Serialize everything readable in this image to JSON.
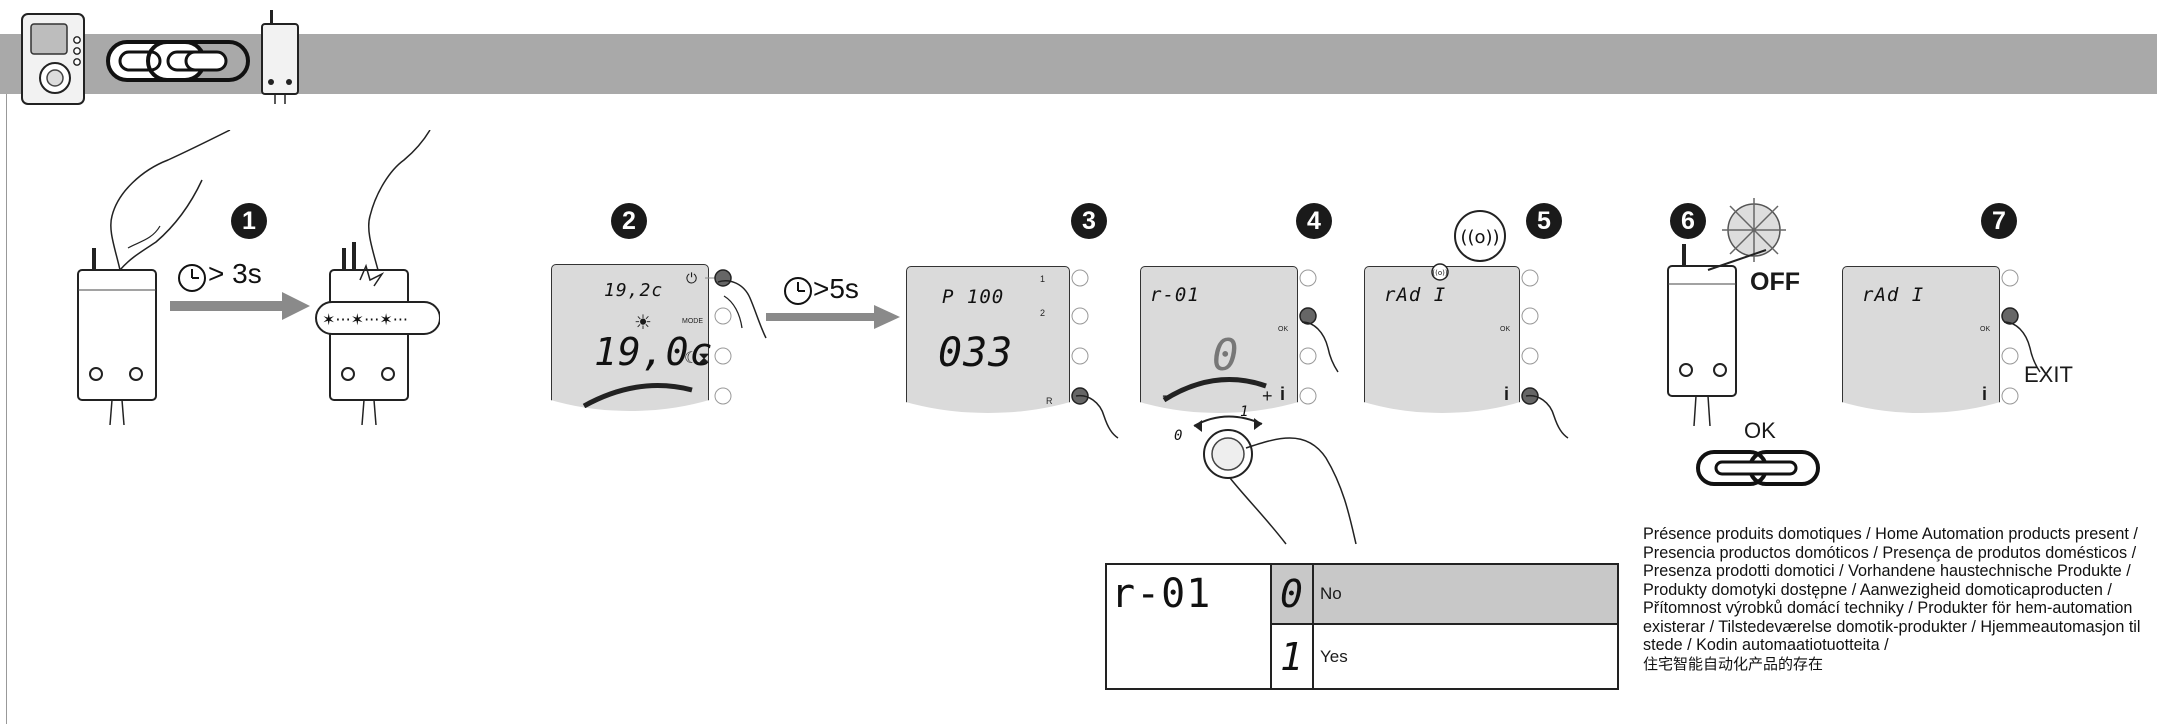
{
  "steps": [
    "1",
    "2",
    "3",
    "4",
    "5",
    "6",
    "7"
  ],
  "timers": {
    "step1": "> 3s",
    "step2": ">5s"
  },
  "display_step2": {
    "top_temp": "19,2c",
    "main_temp": "19,0c",
    "mode_label": "MODE"
  },
  "display_step3": {
    "top": "P 100",
    "main": "033",
    "label_1": "1",
    "label_2": "2",
    "label_r": "R"
  },
  "display_step4": {
    "top": "r-01",
    "blink": "0",
    "ok_label": "OK",
    "info_label": "i",
    "minus": "−",
    "plus": "+",
    "dial_left": "0",
    "dial_right": "1"
  },
  "display_step5": {
    "top": "rAd I",
    "ok_label": "OK",
    "info_label": "i"
  },
  "step6": {
    "off_label": "OFF",
    "ok_label": "OK"
  },
  "display_step7": {
    "top": "rAd I",
    "ok_label": "OK",
    "info_label": "i",
    "exit_label": "EXIT"
  },
  "option_table": {
    "code": "r-01",
    "rows": [
      {
        "value": "0",
        "label": "No",
        "highlighted": true
      },
      {
        "value": "1",
        "label": "Yes",
        "highlighted": false
      }
    ]
  },
  "caption": {
    "text": "Présence produits domotiques / Home Automation products present / Presencia productos domóticos / Presença de produtos domésticos / Presenza prodotti domotici / Vorhandene haustechnische Produkte / Produkty domotyki dostępne / Aanwezigheid domoticaproducten / Přítomnost výrobků domácí techniky / Produkter för hem-automation existerar / Tilstedeværelse domotik-produkter / Hjemmeautomasjon til stede / Kodin automaatiotuotteita /",
    "chinese": "住宅智能自动化产品的存在"
  },
  "colors": {
    "header_gray": "#a9a9a9",
    "lcd_gray": "#dadada",
    "table_highlight": "#c8c8c8",
    "arrow_gray": "#8a8a8a"
  }
}
